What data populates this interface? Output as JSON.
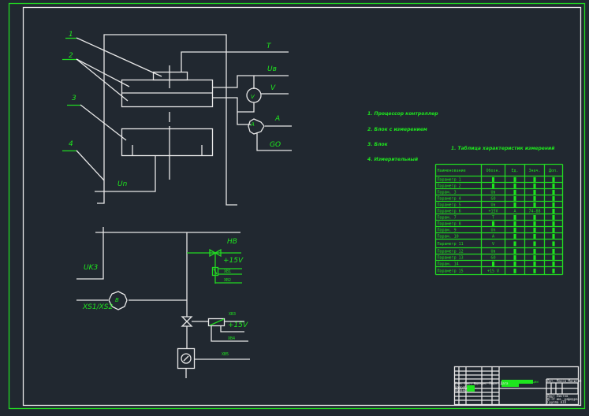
{
  "drawing": {
    "leader_labels": [
      "1",
      "2",
      "3",
      "4"
    ],
    "signals": {
      "T": "T",
      "Ub": "Uв",
      "V": "V",
      "A": "A",
      "GO": "GO",
      "Un": "Un",
      "UK3": "UK3",
      "XS": "XS1/XS2",
      "HB": "HB",
      "plus15_top": "+15V",
      "plus15_bottom": "+15V",
      "meter_V": "V",
      "meter_A": "A",
      "pump_B": "B"
    },
    "small_tags": [
      "ХВ1",
      "ХВ2",
      "ХВ3",
      "ХВ4",
      "ХВ5"
    ]
  },
  "notes": [
    "1. Процессор контроллер",
    "2. Блок с измерением",
    "3. Блок",
    "4. Измерительный"
  ],
  "table": {
    "title": "1. Таблица характеристик измерений",
    "headers": [
      "Наименование",
      "Обозн.",
      "Ед.",
      "Знач.",
      "Доп."
    ],
    "rows": [
      [
        "Параметр 1",
        "█",
        "█",
        "█",
        "█"
      ],
      [
        "Параметр 2",
        "█",
        "█",
        "█",
        "█"
      ],
      [
        "Парам. 3",
        "Uв",
        "█",
        "█",
        "█"
      ],
      [
        "Параметр 4",
        "GO",
        "█",
        "█",
        "█"
      ],
      [
        "Параметр 5",
        "Uв",
        "█",
        "█",
        "█"
      ],
      [
        "Параметр 6",
        "+15V",
        "A",
        "74-88",
        "█"
      ],
      [
        "Парам. 7",
        "T",
        "█",
        "█",
        "█"
      ],
      [
        "Параметр 8",
        "█",
        "█",
        "█",
        "█"
      ],
      [
        "Парам. 9",
        "Un",
        "█",
        "█",
        "█"
      ],
      [
        "Парам. 10",
        "A",
        "█",
        "█",
        "█"
      ],
      [
        "Параметр 11",
        "V",
        "█",
        "█",
        "█"
      ],
      [
        "Параметр 12",
        "Uв",
        "█",
        "█",
        "█"
      ],
      [
        "Параметр 13",
        "GO",
        "█",
        "█",
        "█"
      ],
      [
        "Парам. 14",
        "█",
        "█",
        "█",
        "█"
      ],
      [
        "Параметр 15",
        "+15 V",
        "█",
        "█",
        "█"
      ]
    ]
  },
  "title_block": {
    "drawing_name": "Схема автоматизации",
    "left_rows": [
      "Изм. Лист №докум. Подп. Дата",
      "Разраб.",
      "Провер."
    ],
    "right_top": "Лит.  Масса Масштаб",
    "right_mid": "Лист    Листов",
    "right_org1": "КГТУ им. кафедра",
    "right_org2": "Группа АТП"
  }
}
